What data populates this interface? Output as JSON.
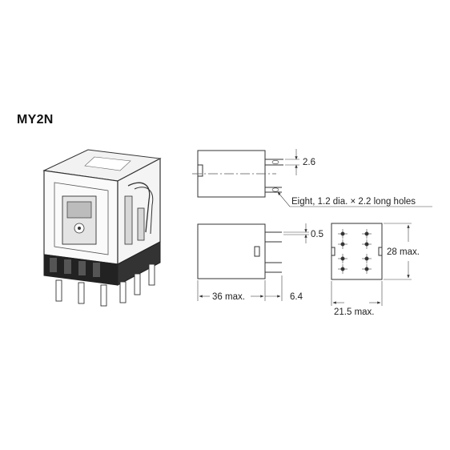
{
  "model": "MY2N",
  "dimensions": {
    "terminal_thickness": "2.6",
    "holes_note": "Eight, 1.2 dia. × 2.2 long holes",
    "terminal_width": "0.5",
    "depth": "36 max.",
    "terminal_length": "6.4",
    "height": "28 max.",
    "width": "21.5 max."
  }
}
